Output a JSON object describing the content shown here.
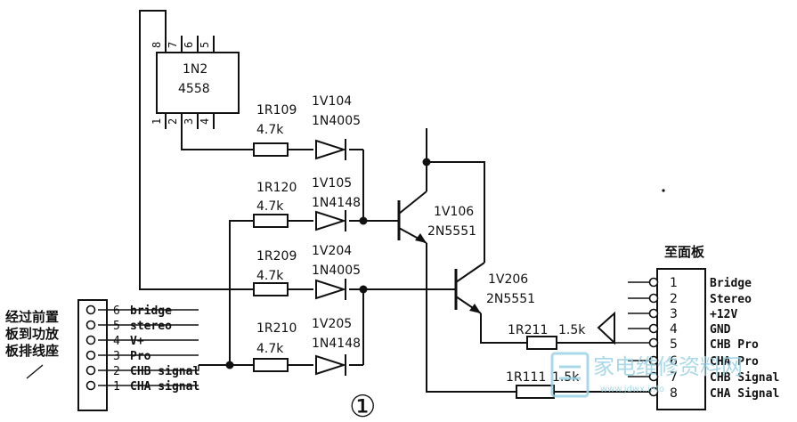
{
  "ic": {
    "line1": "1N2",
    "line2": "4558",
    "pins_top": [
      "8",
      "7",
      "6",
      "5"
    ],
    "pins_bottom": [
      "1",
      "2",
      "3",
      "4"
    ]
  },
  "resistors": [
    {
      "ref": "1R109",
      "value": "4.7k"
    },
    {
      "ref": "1R120",
      "value": "4.7k"
    },
    {
      "ref": "1R209",
      "value": "4.7k"
    },
    {
      "ref": "1R210",
      "value": "4.7k"
    },
    {
      "ref": "1R211",
      "value": "1.5k"
    },
    {
      "ref": "1R111",
      "value": "1.5k"
    }
  ],
  "diodes": [
    {
      "ref": "1V104",
      "part": "1N4005"
    },
    {
      "ref": "1V105",
      "part": "1N4148"
    },
    {
      "ref": "1V204",
      "part": "1N4005"
    },
    {
      "ref": "1V205",
      "part": "1N4148"
    }
  ],
  "transistors": [
    {
      "ref": "1V106",
      "part": "2N5551"
    },
    {
      "ref": "1V206",
      "part": "2N5551"
    }
  ],
  "left_connector": {
    "caption": [
      "经过前置",
      "板到功放",
      "板排线座"
    ],
    "pins": [
      {
        "num": "6",
        "label": "bridge"
      },
      {
        "num": "5",
        "label": "stereo"
      },
      {
        "num": "4",
        "label": "V+"
      },
      {
        "num": "3",
        "label": "Pro"
      },
      {
        "num": "2",
        "label": "CHB signal"
      },
      {
        "num": "1",
        "label": "CHA signal"
      }
    ]
  },
  "right_connector": {
    "caption": "至面板",
    "pins": [
      {
        "num": "1",
        "label": "Bridge"
      },
      {
        "num": "2",
        "label": "Stereo"
      },
      {
        "num": "3",
        "label": "+12V"
      },
      {
        "num": "4",
        "label": "GND"
      },
      {
        "num": "5",
        "label": "CHB Pro"
      },
      {
        "num": "6",
        "label": "CHA Pro"
      },
      {
        "num": "7",
        "label": "CHB Signal"
      },
      {
        "num": "8",
        "label": "CHA Signal"
      }
    ]
  },
  "figure_number": "①",
  "watermark": {
    "text": "家电维修资料网",
    "url": "www.jdwx.info",
    "color": "#9bd2e6"
  }
}
